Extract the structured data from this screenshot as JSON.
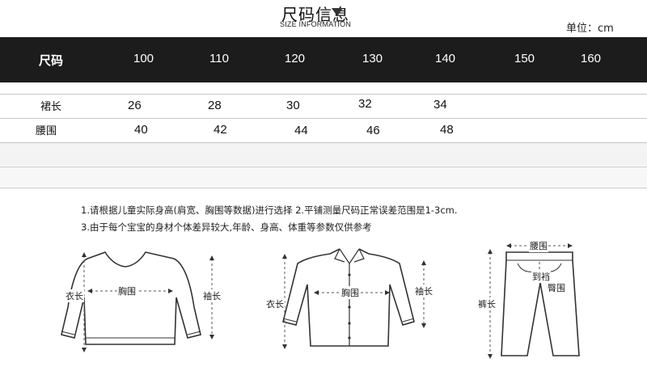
{
  "header": {
    "title": "尺码信息",
    "subtitle": "SIZE INFORMATION",
    "unit": "单位：cm"
  },
  "table": {
    "first_header": "尺码",
    "columns": [
      "100",
      "110",
      "120",
      "130",
      "140",
      "150",
      "160"
    ],
    "rows": [
      {
        "label": "裙长",
        "values": [
          "26",
          "28",
          "30",
          "32",
          "34",
          "",
          ""
        ]
      },
      {
        "label": "腰围",
        "values": [
          "40",
          "42",
          "44",
          "46",
          "48",
          "",
          ""
        ]
      }
    ]
  },
  "notes": [
    "1.请根据儿童实际身高(肩宽、胸围等数据)进行选择   2.平铺测量尺码正常误差范围是1-3cm.",
    "3.由于每个宝宝的身材个体差异较大,年龄、身高、体重等参数仅供参考"
  ],
  "diagrams": {
    "sweater": {
      "length": "衣长",
      "chest": "胸围",
      "sleeve": "袖长"
    },
    "shirt": {
      "length": "衣长",
      "chest": "胸围",
      "sleeve": "袖长"
    },
    "pants": {
      "waist": "腰围",
      "rise": "到裆",
      "hip": "臀围",
      "length": "裤长"
    }
  }
}
